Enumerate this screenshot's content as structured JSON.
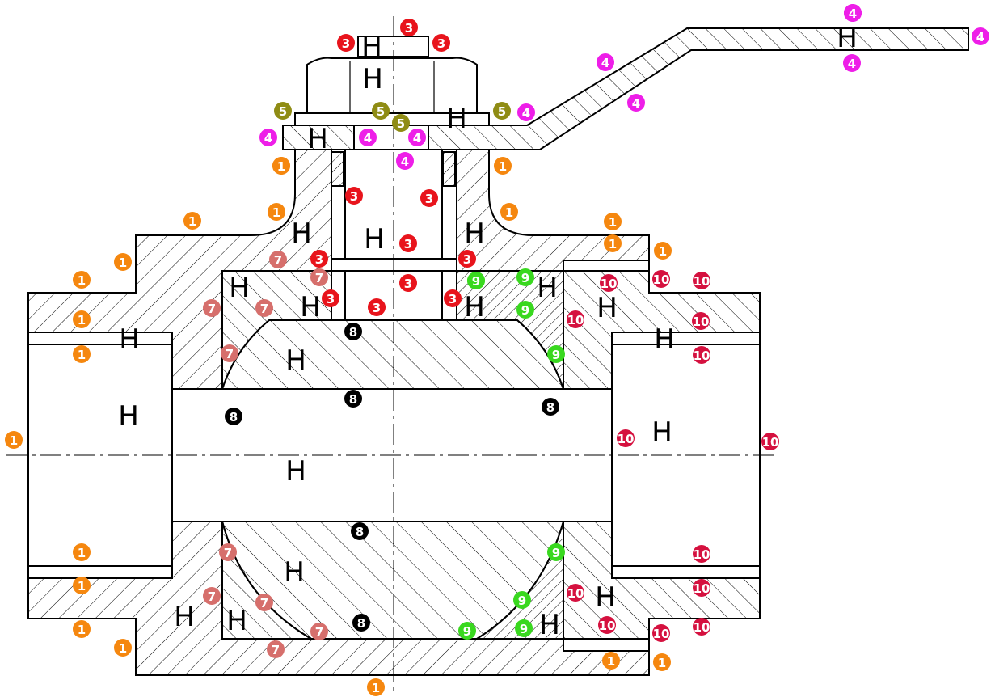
{
  "part_letter": "H",
  "marker_colors": {
    "1": "#f5870f",
    "3": "#e8141c",
    "4": "#ee1ee8",
    "5": "#8f8c14",
    "7": "#d66f6c",
    "8": "#000000",
    "9": "#39d81f",
    "10": "#d5113f"
  },
  "markers": [
    {
      "n": "1"
    },
    {
      "n": "1"
    },
    {
      "n": "1"
    },
    {
      "n": "1"
    },
    {
      "n": "1"
    },
    {
      "n": "1"
    },
    {
      "n": "1"
    },
    {
      "n": "1"
    },
    {
      "n": "1"
    },
    {
      "n": "1"
    },
    {
      "n": "1"
    },
    {
      "n": "1"
    },
    {
      "n": "1"
    },
    {
      "n": "1"
    },
    {
      "n": "1"
    },
    {
      "n": "1"
    },
    {
      "n": "1"
    },
    {
      "n": "1"
    },
    {
      "n": "1"
    },
    {
      "n": "1"
    },
    {
      "n": "1"
    },
    {
      "n": "3"
    },
    {
      "n": "3"
    },
    {
      "n": "3"
    },
    {
      "n": "3"
    },
    {
      "n": "3"
    },
    {
      "n": "3"
    },
    {
      "n": "3"
    },
    {
      "n": "3"
    },
    {
      "n": "3"
    },
    {
      "n": "3"
    },
    {
      "n": "3"
    },
    {
      "n": "3"
    },
    {
      "n": "4"
    },
    {
      "n": "4"
    },
    {
      "n": "4"
    },
    {
      "n": "4"
    },
    {
      "n": "4"
    },
    {
      "n": "4"
    },
    {
      "n": "4"
    },
    {
      "n": "4"
    },
    {
      "n": "4"
    },
    {
      "n": "4"
    },
    {
      "n": "4"
    },
    {
      "n": "5"
    },
    {
      "n": "5"
    },
    {
      "n": "5"
    },
    {
      "n": "5"
    },
    {
      "n": "7"
    },
    {
      "n": "7"
    },
    {
      "n": "7"
    },
    {
      "n": "7"
    },
    {
      "n": "7"
    },
    {
      "n": "7"
    },
    {
      "n": "7"
    },
    {
      "n": "7"
    },
    {
      "n": "7"
    },
    {
      "n": "7"
    },
    {
      "n": "8"
    },
    {
      "n": "8"
    },
    {
      "n": "8"
    },
    {
      "n": "8"
    },
    {
      "n": "8"
    },
    {
      "n": "8"
    },
    {
      "n": "9"
    },
    {
      "n": "9"
    },
    {
      "n": "9"
    },
    {
      "n": "9"
    },
    {
      "n": "9"
    },
    {
      "n": "9"
    },
    {
      "n": "9"
    },
    {
      "n": "9"
    },
    {
      "n": "9"
    },
    {
      "n": "10"
    },
    {
      "n": "10"
    },
    {
      "n": "10"
    },
    {
      "n": "10"
    },
    {
      "n": "10"
    },
    {
      "n": "10"
    },
    {
      "n": "10"
    },
    {
      "n": "10"
    },
    {
      "n": "10"
    },
    {
      "n": "10"
    },
    {
      "n": "10"
    },
    {
      "n": "10"
    },
    {
      "n": "10"
    },
    {
      "n": "10"
    }
  ]
}
